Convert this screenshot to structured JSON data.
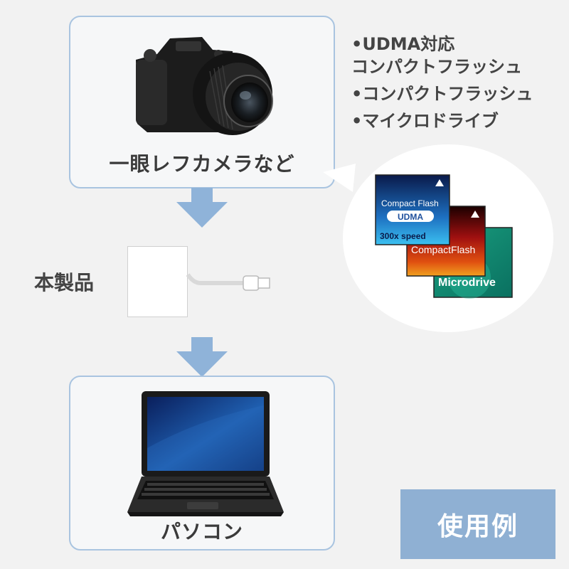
{
  "camera_box": {
    "label": "一眼レフカメラなど"
  },
  "product": {
    "label": "本製品"
  },
  "pc_box": {
    "label": "パソコン"
  },
  "media_list": [
    {
      "text": "•UDMA対応\n  コンパクトフラッシュ"
    },
    {
      "text": "•コンパクトフラッシュ"
    },
    {
      "text": "•マイクロドライブ"
    }
  ],
  "cards": {
    "cf_udma": {
      "title": "Compact Flash",
      "badge": "UDMA",
      "speed": "300x speed"
    },
    "cf_red": {
      "title": "CompactFlash"
    },
    "microdrive": {
      "title": "Microdrive"
    }
  },
  "badge": {
    "label": "使用例"
  },
  "colors": {
    "box_border": "#a9c4e0",
    "arrow": "#8fb3d9",
    "badge_bg": "#8fb0d3"
  },
  "icons": [
    "camera-icon",
    "laptop-icon",
    "card-reader-icon",
    "arrow-down-icon"
  ]
}
